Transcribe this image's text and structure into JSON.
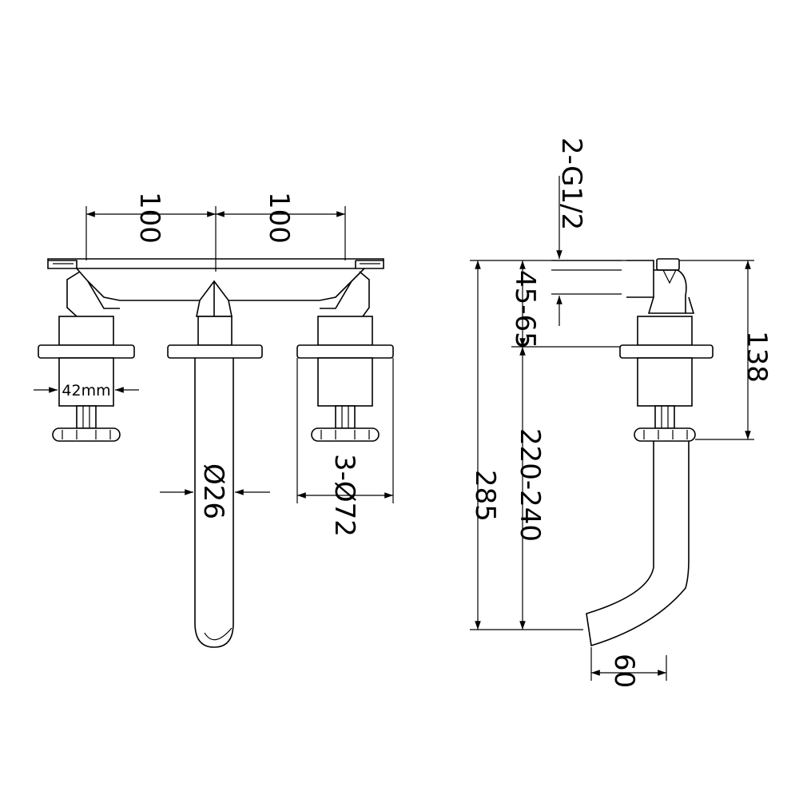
{
  "front_view": {
    "dim_left_spacing": "100",
    "dim_right_spacing": "100",
    "dim_handle_width": "42mm",
    "dim_spout_diameter": "Ø26",
    "dim_flange_diameter": "3-Ø72"
  },
  "side_view": {
    "dim_inlet_thread": "2-G1/2",
    "dim_wall_depth": "45-65",
    "dim_total_height": "285",
    "dim_spout_height": "220-240",
    "dim_upper_height": "138",
    "dim_spout_tip": "60"
  },
  "style": {
    "line_color": "#000000",
    "background": "#ffffff"
  }
}
